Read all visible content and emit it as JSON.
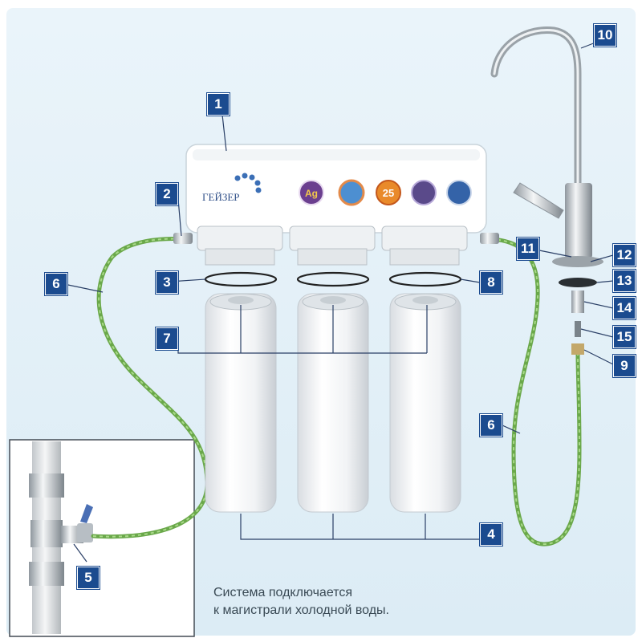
{
  "callouts": {
    "c1": "1",
    "c2": "2",
    "c3": "3",
    "c4": "4",
    "c5": "5",
    "c6a": "6",
    "c6b": "6",
    "c7": "7",
    "c8": "8",
    "c9": "9",
    "c10": "10",
    "c11": "11",
    "c12": "12",
    "c13": "13",
    "c14": "14",
    "c15": "15"
  },
  "caption": {
    "line1": "Система подключается",
    "line2": "к магистрали холодной воды."
  },
  "brand": {
    "logo_text": "ГЕЙЗЕР",
    "badge_25": "25"
  },
  "colors": {
    "callout_bg": "#1b4b8f",
    "tube": "#7fbf5a",
    "background": "#e4f1f8",
    "housing": "#f5f7f8"
  }
}
